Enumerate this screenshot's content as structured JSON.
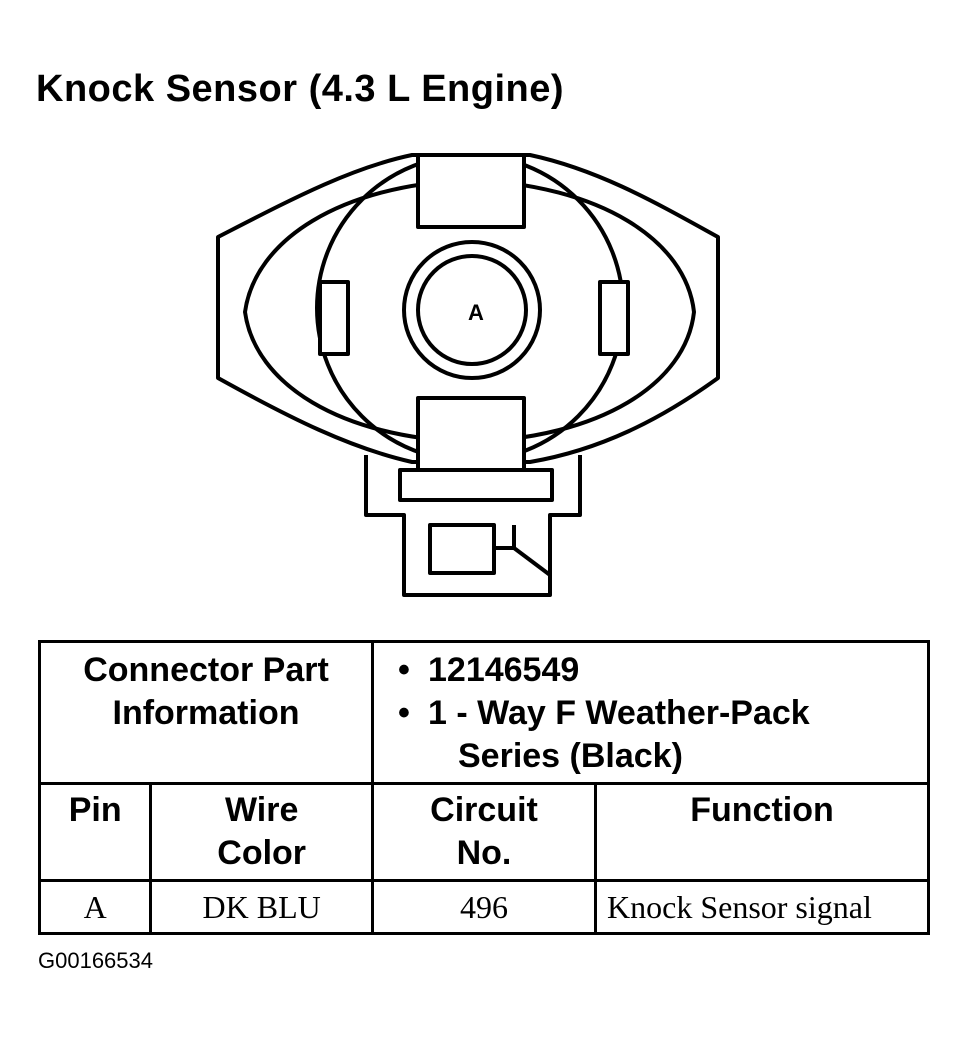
{
  "title": "Knock Sensor (4.3 L Engine)",
  "connector": {
    "pin_label": "A"
  },
  "table": {
    "part_info_label_1": "Connector Part",
    "part_info_label_2": "Information",
    "part_info_items": [
      "12146549",
      "1 - Way F Weather-Pack",
      "Series (Black)"
    ],
    "bullet_char": "•",
    "headers": {
      "pin": "Pin",
      "wire_color_1": "Wire",
      "wire_color_2": "Color",
      "circuit_1": "Circuit",
      "circuit_2": "No.",
      "function": "Function"
    },
    "rows": [
      {
        "pin": "A",
        "wire_color": "DK BLU",
        "circuit": "496",
        "function": "Knock Sensor signal"
      }
    ]
  },
  "figure_code": "G00166534"
}
